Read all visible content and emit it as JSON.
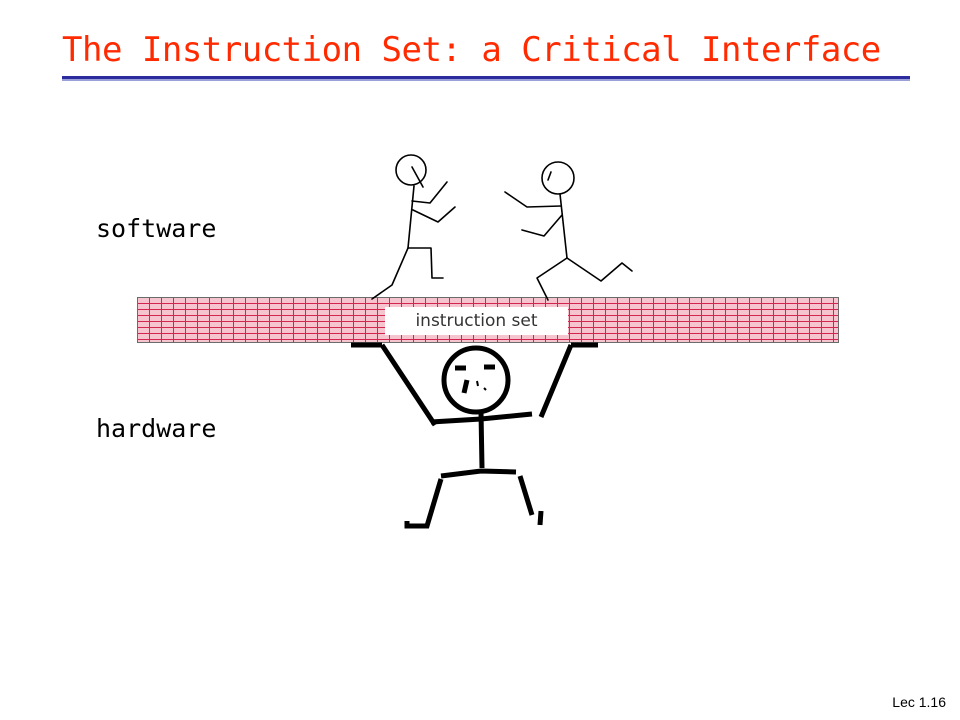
{
  "slide": {
    "title": "The Instruction Set: a Critical Interface",
    "labels": {
      "software": "software",
      "hardware": "hardware"
    },
    "wall_label": "instruction set",
    "footer": "Lec 1.16"
  },
  "colors": {
    "title": "#ff2a00",
    "title_rule": "#2c2c9e",
    "brick_fill": "#f6c4cf",
    "brick_mortar": "#d2264e",
    "text": "#000000"
  },
  "illustration": {
    "figures": [
      "stick-figure-software-left",
      "stick-figure-software-right",
      "stick-figure-hardware"
    ]
  }
}
